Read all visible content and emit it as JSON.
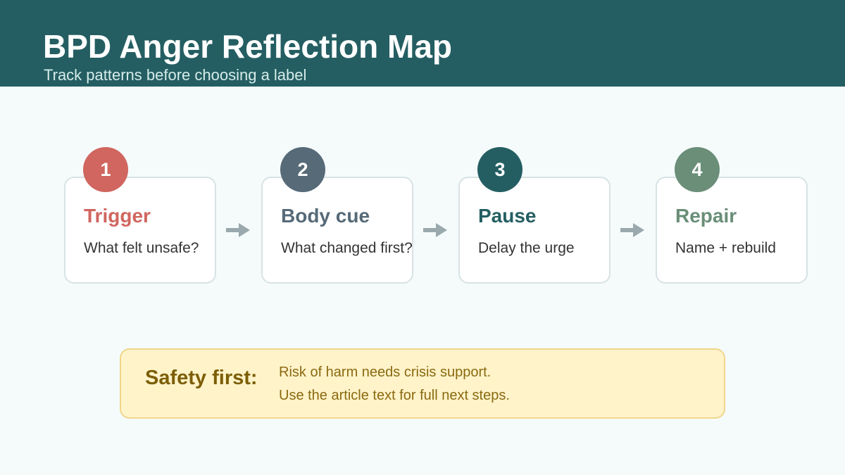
{
  "header": {
    "title": "BPD Anger Reflection Map",
    "subtitle": "Track patterns before choosing a label"
  },
  "steps": [
    {
      "number": "1",
      "title": "Trigger",
      "question": "What felt unsafe?",
      "color": "#d0665f"
    },
    {
      "number": "2",
      "title": "Body cue",
      "question": "What changed first?",
      "color": "#566a78"
    },
    {
      "number": "3",
      "title": "Pause",
      "question": "Delay the urge",
      "color": "#245e62"
    },
    {
      "number": "4",
      "title": "Repair",
      "question": "Name + rebuild",
      "color": "#6a8e78"
    }
  ],
  "arrow": {
    "icon": "arrow-right-icon",
    "color": "#9aa9ad"
  },
  "safety": {
    "label": "Safety first:",
    "lines": [
      "Risk of harm needs crisis support.",
      "Use the article text for full next steps."
    ]
  }
}
